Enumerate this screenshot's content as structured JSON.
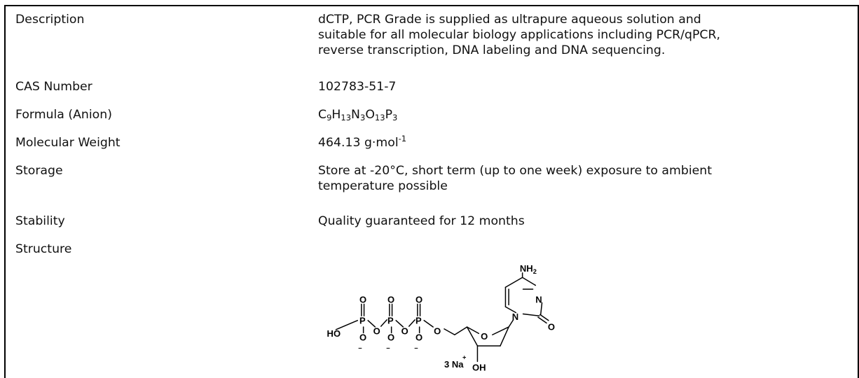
{
  "rows": {
    "description": {
      "label": "Description",
      "lines": [
        "dCTP, PCR Grade is supplied as ultrapure aqueous solution and",
        "suitable for all molecular biology applications including PCR/qPCR,",
        "reverse transcription, DNA labeling and DNA sequencing."
      ]
    },
    "cas": {
      "label": "CAS Number",
      "value": "102783-51-7"
    },
    "formula": {
      "label": "Formula (Anion)",
      "parts": [
        {
          "t": "C"
        },
        {
          "s": "9"
        },
        {
          "t": "H"
        },
        {
          "s": "13"
        },
        {
          "t": "N"
        },
        {
          "s": "3"
        },
        {
          "t": "O"
        },
        {
          "s": "13"
        },
        {
          "t": "P"
        },
        {
          "s": "3"
        }
      ]
    },
    "mw": {
      "label": "Molecular Weight",
      "value": "464.13 g·mol",
      "sup": "-1"
    },
    "storage": {
      "label": "Storage",
      "lines": [
        "Store at -20°C, short term (up to one week) exposure to ambient",
        "temperature possible"
      ]
    },
    "stability": {
      "label": "Stability",
      "value": "Quality guaranteed for 12 months"
    },
    "structure": {
      "label": "Structure",
      "atoms": {
        "nh2": "NH",
        "nh2_sub": "2",
        "n_ring_top": "N",
        "n_ring_bottom": "N",
        "o_carbonyl": "O",
        "o_ring": "O",
        "oh": "OH",
        "ho": "HO",
        "o_eq1": "O",
        "o_eq2": "O",
        "o_eq3": "O",
        "p1": "P",
        "p2": "P",
        "p3": "P",
        "o_bridge1": "O",
        "o_bridge2": "O",
        "o_bridge3": "O",
        "o_neg1": "O",
        "o_neg2": "O",
        "o_neg3": "O",
        "neg_symbol": "−",
        "pos_symbol": "+",
        "counterion": "3 Na"
      }
    }
  }
}
